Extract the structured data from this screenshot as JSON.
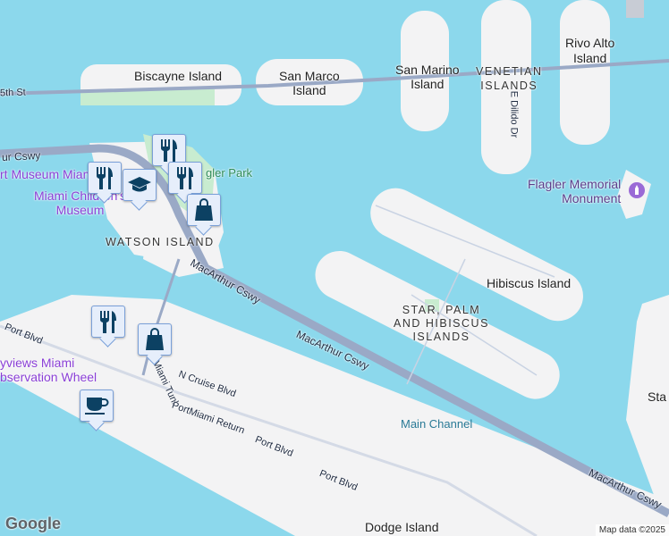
{
  "colors": {
    "water": "#8cd8ec",
    "land": "#f3f3f4",
    "road": "#9aa9c6",
    "park": "#c8ecd0",
    "poi": "#8a3fd6",
    "pin": "#0c4163"
  },
  "labels": {
    "biscayne_island": "Biscayne Island",
    "fifth_st": "5th St",
    "san_marco": "San Marco\nIsland",
    "san_marino": "San Marino\nIsland",
    "venetian": "VENETIAN\nISLANDS",
    "rivo_alto": "Rivo Alto\nIsland",
    "e_dilido": "E Dilido Dr",
    "macarthur_top": "ur Cswy",
    "port_museum": "rt Museum Miam",
    "flagler_park": "gler Park",
    "childrens_museum": "Miami Children's\nMuseum",
    "watson": "WATSON ISLAND",
    "flagler_monument": "Flagler Memorial\nMonument",
    "hibiscus": "Hibiscus Island",
    "star_palm": "STAR, PALM\nAND HIBISCUS\nISLANDS",
    "macarthur_1": "MacArthur Cswy",
    "macarthur_2": "MacArthur Cswy",
    "macarthur_3": "MacArthur Cswy",
    "port_blvd_1": "Port Blvd",
    "port_blvd_2": "Port Blvd",
    "port_blvd_3": "Port Blvd",
    "skyviews": "yviews Miami\nbservation Wheel",
    "n_cruise": "N Cruise Blvd",
    "miami_tunnel": "Miami Tunl",
    "portmiami_return": "PortMiami Return",
    "main_channel": "Main Channel",
    "dodge": "Dodge Island",
    "star_edge": "Sta"
  },
  "pins": [
    {
      "type": "restaurant-icon"
    },
    {
      "type": "restaurant-icon"
    },
    {
      "type": "school-icon"
    },
    {
      "type": "restaurant-icon"
    },
    {
      "type": "shopping-icon"
    },
    {
      "type": "restaurant-icon"
    },
    {
      "type": "shopping-icon"
    },
    {
      "type": "cafe-icon"
    }
  ],
  "logo": "Google",
  "attribution": "Map data ©2025"
}
